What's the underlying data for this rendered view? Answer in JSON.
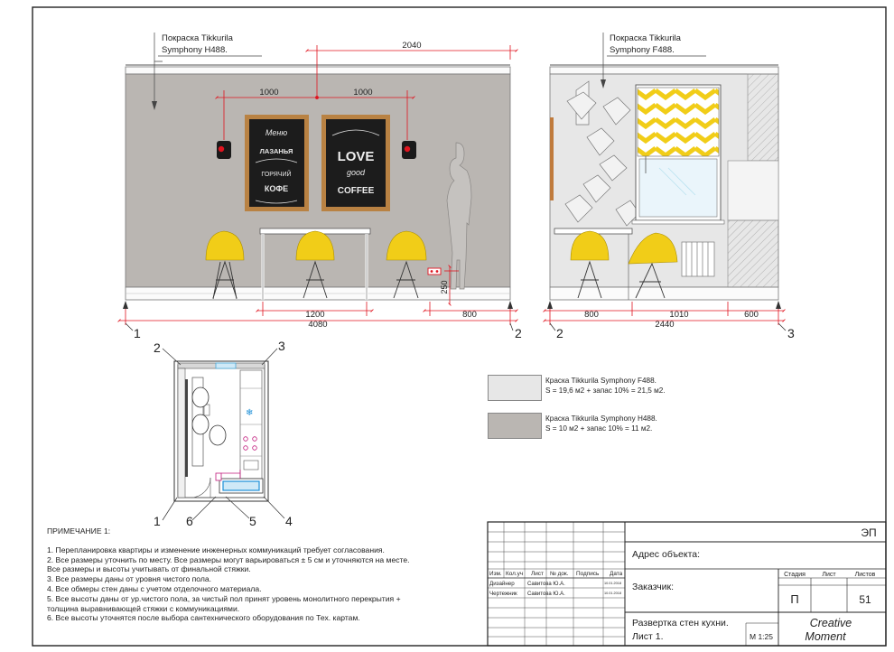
{
  "colors": {
    "paint_h488": "#bab6b2",
    "paint_f488": "#e7e7e7",
    "yellow": "#f1cd18",
    "accent_red": "#e0141f",
    "board_frame": "#b98243"
  },
  "callouts": {
    "left": [
      "Покраска Tikkurila",
      "Symphony H488."
    ],
    "right": [
      "Покраска Tikkurila",
      "Symphony F488."
    ]
  },
  "dims_left": {
    "top_total": "2040",
    "top_a": "1000",
    "top_b": "1000",
    "bottom_a": "1200",
    "bottom_b": "800",
    "bottom_total": "4080",
    "vertical": "250"
  },
  "dims_right": {
    "bottom_a": "800",
    "bottom_b": "1010",
    "bottom_c": "600",
    "bottom_total": "2440"
  },
  "axes_left": [
    "1",
    "2"
  ],
  "axes_right": [
    "2",
    "3"
  ],
  "plan_labels": [
    "2",
    "3",
    "1",
    "6",
    "5",
    "4"
  ],
  "board_left": [
    "Меню",
    "ЛАЗАНЬЯ",
    "ГОРЯЧИЙ",
    "КОФЕ"
  ],
  "board_right": [
    "LOVE",
    "good",
    "COFFEE"
  ],
  "legend": [
    {
      "line1": "Краска Tikkurila Symphony F488.",
      "line2": "S = 19,6 м2 + запас 10% = 21,5 м2."
    },
    {
      "line1": "Краска Tikkurila Symphony H488.",
      "line2": "S = 10 м2 + запас 10% = 11 м2."
    }
  ],
  "notes": {
    "title": "ПРИМЕЧАНИЕ 1:",
    "lines": [
      "1. Перепланировка квартиры и изменение инженерных коммуникаций требует согласования.",
      "2. Все размеры уточнить по месту. Все размеры могут варьироваться ± 5 см и уточняются на месте.",
      "Все размеры и высоты учитывать от финальной стяжки.",
      "3. Все размеры даны от уровня чистого пола.",
      "4. Все обмеры стен даны с учетом отделочного материала.",
      "5. Все высоты даны от ур.чистого пола, за чистый пол принят уровень монолитного перекрытия +",
      "толщина  выравнивающей стяжки с коммуникациями.",
      "6. Все высоты уточнятся после выбора сантехнического оборудования по Тех. картам."
    ]
  },
  "stamp": {
    "code": "ЭП",
    "address_label": "Адрес объекта:",
    "client_label": "Заказчик:",
    "headers": [
      "Изм.",
      "Кол.уч",
      "Лист",
      "№ док.",
      "Подпись",
      "Дата"
    ],
    "rows": [
      {
        "role": "Дизайнер",
        "name": "Савитова Ю.А.",
        "date": "10.01.2018"
      },
      {
        "role": "Чертежник",
        "name": "Савитова Ю.А.",
        "date": "10.01.2018"
      }
    ],
    "stage_label": "Стадия",
    "sheet_label": "Лист",
    "sheets_label": "Листов",
    "stage_value": "П",
    "sheets_value": "51",
    "title_line1": "Развертка стен кухни.",
    "title_line2": "Лист 1.",
    "scale": "М 1:25",
    "brand_line1": "Creative",
    "brand_line2": "Moment"
  }
}
